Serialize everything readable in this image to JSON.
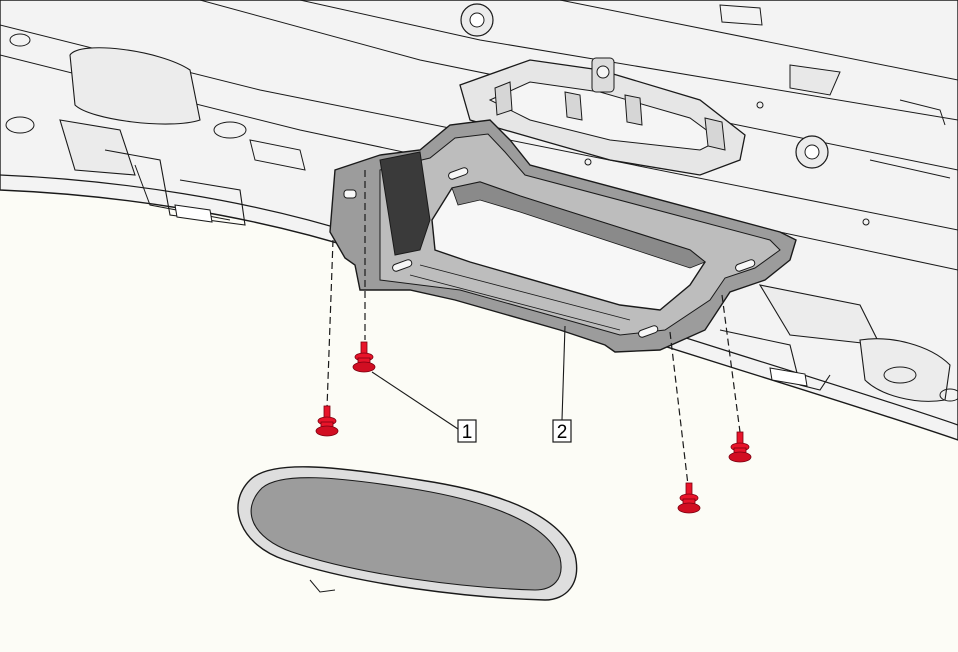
{
  "diagram": {
    "callouts": [
      {
        "label": "1",
        "target": "bolt"
      },
      {
        "label": "2",
        "target": "bracket"
      }
    ],
    "colors": {
      "background": "#fcfcf6",
      "headliner": "#f2f2f2",
      "outline": "#1a1a1a",
      "bracket": "#9a9a9a",
      "bracket_dark": "#3a3a3a",
      "fastener": "#e8142a",
      "mirror_frame": "#d8d8d8",
      "mirror_glass": "#9c9c9c"
    },
    "icons": [
      "bolt-icon",
      "bracket-icon",
      "mirror-icon"
    ]
  }
}
